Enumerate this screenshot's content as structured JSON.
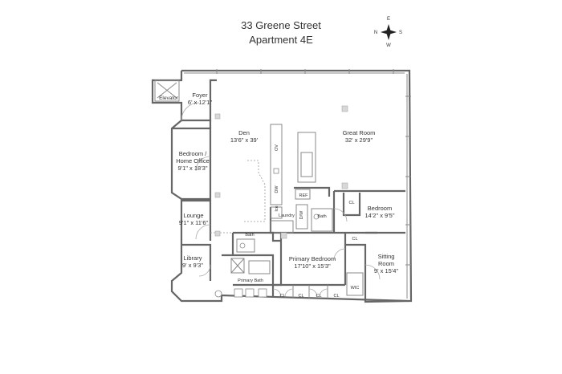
{
  "header": {
    "address": "33 Greene Street",
    "unit": "Apartment 4E"
  },
  "compass": {
    "n": "N",
    "e": "E",
    "s": "S",
    "w": "W"
  },
  "rooms": [
    {
      "id": "elevator",
      "name": "Elevator",
      "dims": ""
    },
    {
      "id": "foyer",
      "name": "Foyer",
      "dims": "6' x 12'1\""
    },
    {
      "id": "den",
      "name": "Den",
      "dims": "13'6\" x 39'"
    },
    {
      "id": "great-room",
      "name": "Great Room",
      "dims": "32' x 29'9\""
    },
    {
      "id": "bedroom-office",
      "name": "Bedroom /",
      "name2": "Home Office",
      "dims": "9'1\" x 18'3\""
    },
    {
      "id": "lounge",
      "name": "Lounge",
      "dims": "9'1\" x 11'6\""
    },
    {
      "id": "bedroom",
      "name": "Bedroom",
      "dims": "14'2\" x 9'5\""
    },
    {
      "id": "library",
      "name": "Library",
      "dims": "9' x 9'3\""
    },
    {
      "id": "primary-bedroom",
      "name": "Primary Bedroom",
      "dims": "17'10\" x 15'3\""
    },
    {
      "id": "sitting-room",
      "name": "Sitting",
      "name2": "Room",
      "dims": "9' x 15'4\""
    }
  ],
  "small_labels": {
    "ov": "OV",
    "dw": "DW",
    "ref": "REF",
    "ice": "Ice",
    "laundry": "Laundry",
    "dw2": "D/W",
    "bath_kitchen": "Bath",
    "bath_lounge": "Bath",
    "primary_bath": "Primary Bath",
    "cl": "CL",
    "wic": "WIC"
  }
}
